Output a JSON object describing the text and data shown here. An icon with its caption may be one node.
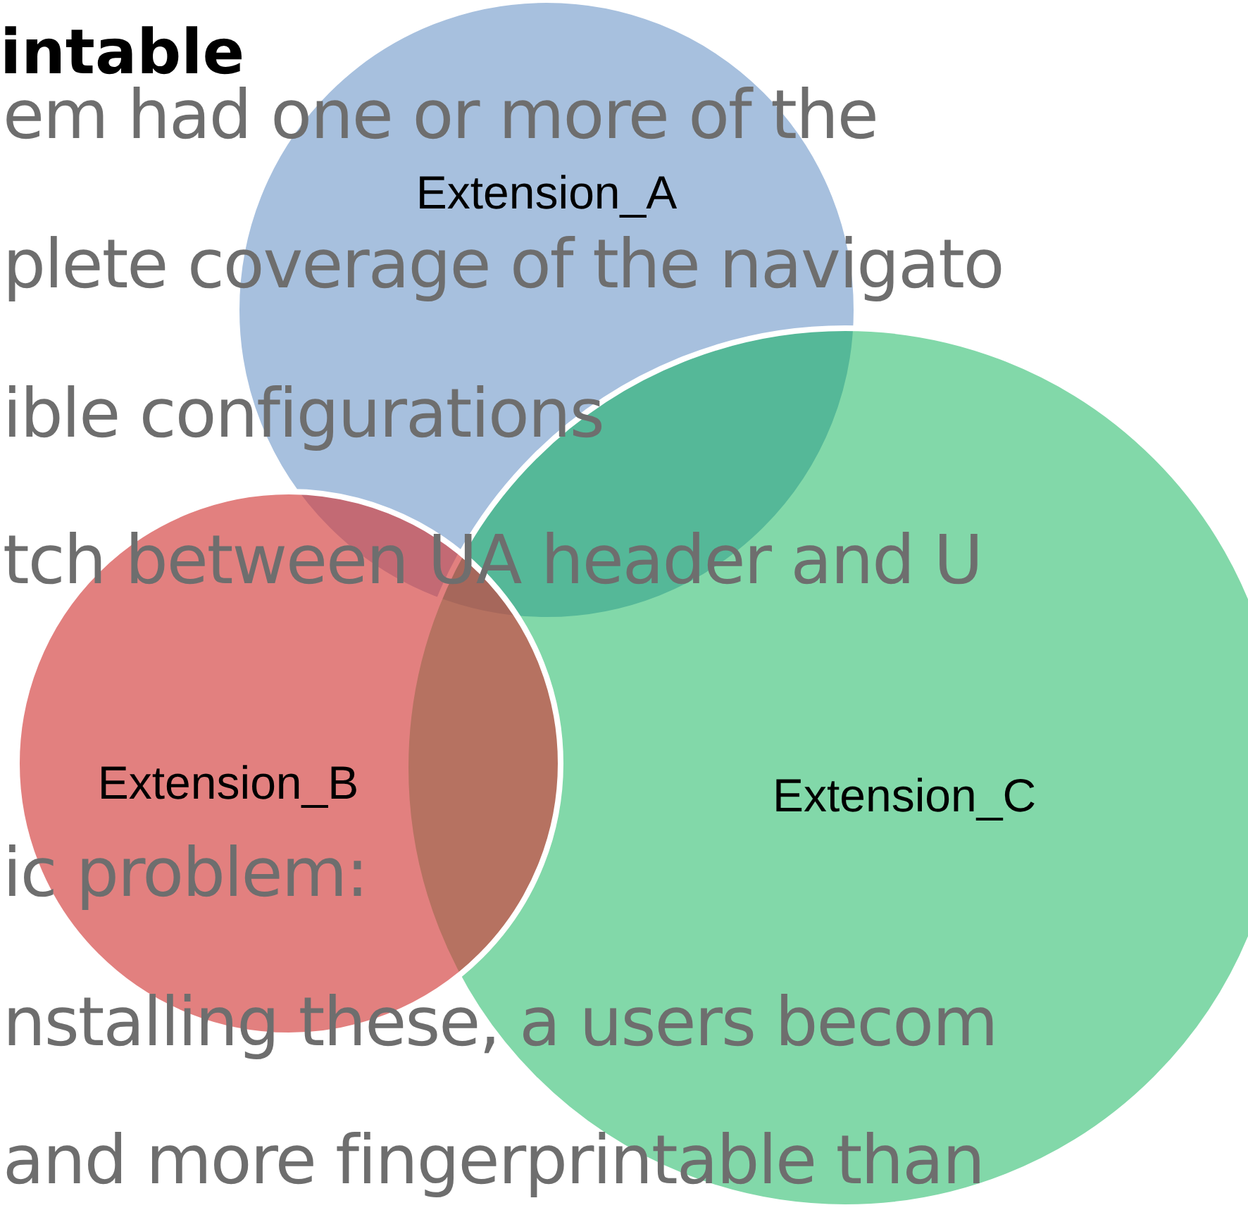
{
  "diagram": {
    "nodes": [
      {
        "text": [
          "Extension_A"
        ]
      },
      {
        "text": [
          "Extension_B"
        ]
      },
      {
        "text": [
          "Extension_C"
        ]
      }
    ],
    "labels": [
      "intable",
      "em had one or more of the",
      "plete coverage of the navigato",
      "ible configurations",
      "tch between UA header and U",
      "ic problem:",
      "nstalling these, a users becom",
      "and more fingerprintable than"
    ]
  }
}
